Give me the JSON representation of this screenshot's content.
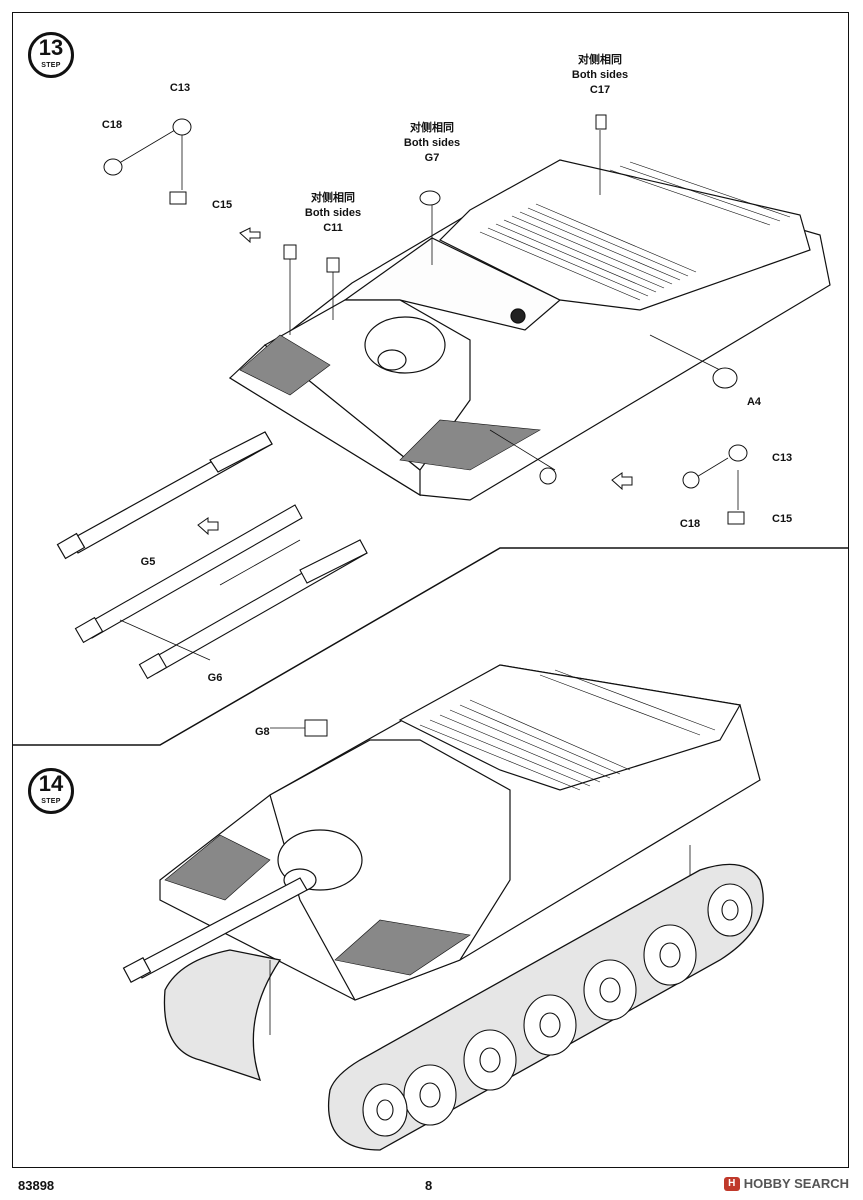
{
  "steps": {
    "step13": {
      "number": "13",
      "word": "STEP"
    },
    "step14": {
      "number": "14",
      "word": "STEP"
    }
  },
  "parts": {
    "c13_top": "C13",
    "c18_top": "C18",
    "c15_top": "C15",
    "c11": "C11",
    "g7": "G7",
    "c17": "C17",
    "a4": "A4",
    "c13_right": "C13",
    "c18_right": "C18",
    "c15_right": "C15",
    "g5": "G5",
    "g6": "G6",
    "g8": "G8"
  },
  "notes": {
    "both_cn": "对侧相同",
    "both_en": "Both sides"
  },
  "footer": {
    "kit_number": "83898",
    "page_number": "8",
    "watermark": "HOBBY SEARCH"
  }
}
